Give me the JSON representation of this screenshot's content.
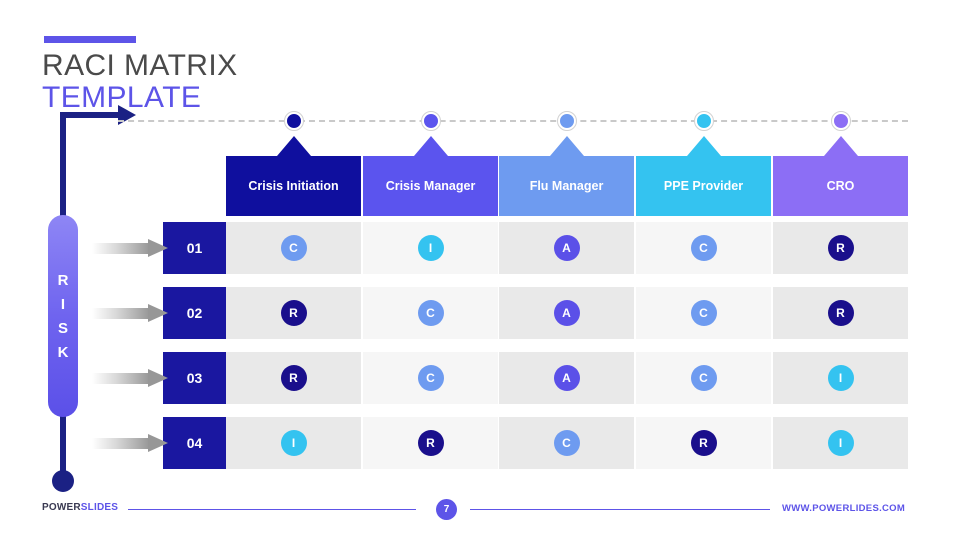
{
  "slide": {
    "title_line1": "RACI MATRIX",
    "title_line2": "TEMPLATE",
    "accent_color": "#5d54e8",
    "navy_color": "#1b2184"
  },
  "risk_label": {
    "letters": [
      "R",
      "I",
      "S",
      "K"
    ]
  },
  "matrix": {
    "columns": [
      {
        "label": "Crisis Initiation",
        "color": "#0f0f9e"
      },
      {
        "label": "Crisis Manager",
        "color": "#5b54ee"
      },
      {
        "label": "Flu Manager",
        "color": "#6e9bf0"
      },
      {
        "label": "PPE Provider",
        "color": "#34c3f0"
      },
      {
        "label": "CRO",
        "color": "#8c6ef5"
      }
    ],
    "rows": [
      {
        "number": "01",
        "values": [
          "C",
          "I",
          "A",
          "C",
          "R"
        ]
      },
      {
        "number": "02",
        "values": [
          "R",
          "C",
          "A",
          "C",
          "R"
        ]
      },
      {
        "number": "03",
        "values": [
          "R",
          "C",
          "A",
          "C",
          "I"
        ]
      },
      {
        "number": "04",
        "values": [
          "I",
          "R",
          "C",
          "R",
          "I"
        ]
      }
    ],
    "badge_colors": {
      "R": "#1a0f8c",
      "A": "#5b50e8",
      "C": "#6e9bf0",
      "I": "#34c3f0"
    },
    "cell_bg_odd": "#e9e9e9",
    "cell_bg_even": "#f6f6f6",
    "row_number_bg": "#1a17a0"
  },
  "footer": {
    "logo_part1": "POWER",
    "logo_part2": "SLIDES",
    "page_number": "7",
    "url": "WWW.POWERLIDES.COM"
  }
}
